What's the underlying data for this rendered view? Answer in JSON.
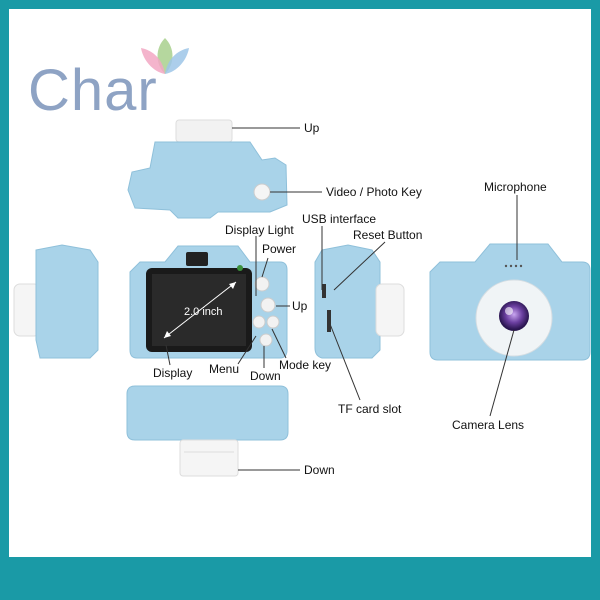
{
  "logo": {
    "text": "Char"
  },
  "labels": {
    "top_up": "Up",
    "video_photo": "Video / Photo Key",
    "display_light": "Display Light",
    "power": "Power",
    "up_right": "Up",
    "screen_size": "2.0 inch",
    "display": "Display",
    "menu": "Menu",
    "down_small": "Down",
    "mode_key": "Mode key",
    "usb": "USB interface",
    "reset": "Reset Button",
    "tf_card": "TF card slot",
    "microphone": "Microphone",
    "camera_lens": "Camera Lens",
    "bottom_down": "Down"
  },
  "colors": {
    "body_blue": "#a9d3e9",
    "body_shadow": "#8fc0da",
    "accent_teal": "#1a9aa6",
    "lens_purple": "#6b3fa0",
    "logo": "#8ea3c4"
  }
}
